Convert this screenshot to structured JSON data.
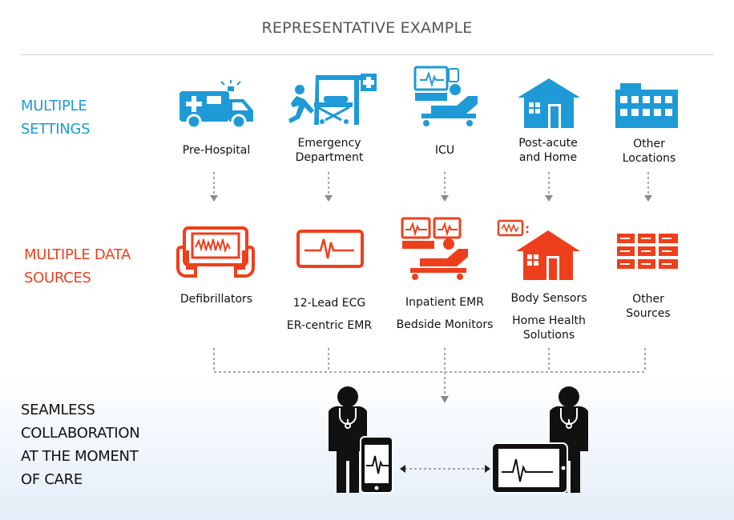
{
  "title": "REPRESENTATIVE EXAMPLE",
  "colors": {
    "blue": "#1e9ad6",
    "red": "#ee3f1c",
    "dark": "#111111",
    "arrow": "#8a8a8a"
  },
  "rows": {
    "settings": {
      "label_lines": [
        "MULTIPLE",
        "SETTINGS"
      ],
      "items": [
        {
          "icon": "ambulance-icon",
          "label_lines": [
            "Pre-Hospital"
          ]
        },
        {
          "icon": "emergency-stretcher-icon",
          "label_lines": [
            "Emergency",
            "Department"
          ]
        },
        {
          "icon": "icu-bed-icon",
          "label_lines": [
            "ICU"
          ]
        },
        {
          "icon": "house-icon",
          "label_lines": [
            "Post-acute",
            "and Home"
          ]
        },
        {
          "icon": "building-icon",
          "label_lines": [
            "Other",
            "Locations"
          ]
        }
      ]
    },
    "sources": {
      "label_lines": [
        "MULTIPLE DATA",
        "SOURCES"
      ],
      "items": [
        {
          "icon": "defibrillator-icon",
          "label_lines": [
            "Defibrillators"
          ]
        },
        {
          "icon": "ecg-monitor-icon",
          "label_lines": [
            "12-Lead ECG",
            "ER-centric EMR"
          ]
        },
        {
          "icon": "bedside-monitor-icon",
          "label_lines": [
            "Inpatient EMR",
            "Bedside Monitors"
          ]
        },
        {
          "icon": "home-sensor-icon",
          "label_lines": [
            "Body Sensors",
            "Home Health",
            "Solutions"
          ]
        },
        {
          "icon": "server-rack-icon",
          "label_lines": [
            "Other",
            "Sources"
          ]
        }
      ]
    },
    "collaboration": {
      "label_lines": [
        "SEAMLESS",
        "COLLABORATION",
        "AT THE MOMENT",
        "OF CARE"
      ]
    }
  }
}
